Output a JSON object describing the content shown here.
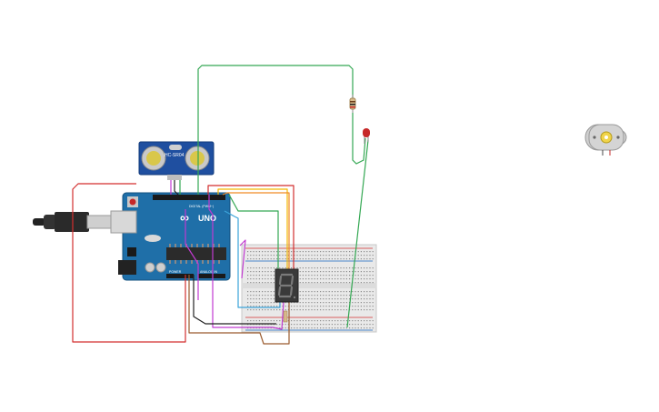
{
  "sensor": {
    "model": "HC-SR04"
  },
  "arduino": {
    "brand": "∞",
    "model": "UNO",
    "labels": {
      "digital": "DIGITAL (PWM~)",
      "power": "POWER",
      "analog": "ANALOG IN"
    }
  },
  "display": {
    "digit": "8"
  },
  "colors": {
    "wire_red": "#d32f2f",
    "wire_green": "#34a853",
    "wire_yellow": "#f2b705",
    "wire_orange": "#f08a24",
    "wire_blue": "#3ba3d9",
    "wire_magenta": "#c13ad1",
    "wire_brown": "#9a5b2e",
    "wire_black": "#222222",
    "board_blue": "#1f6fa8",
    "breadboard": "#e9e9e9",
    "led_red": "#c62828"
  }
}
